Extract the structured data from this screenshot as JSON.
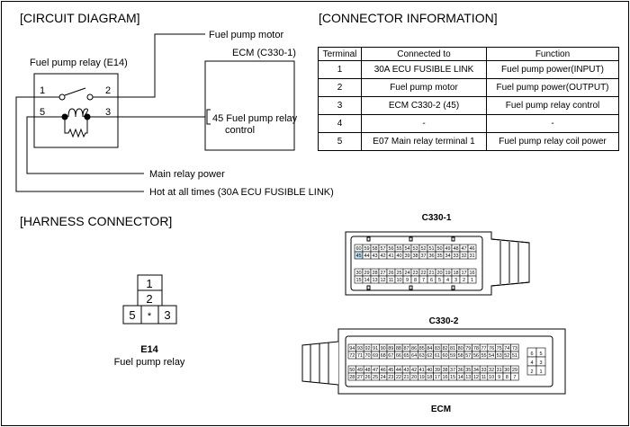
{
  "circuit": {
    "heading": "[CIRCUIT DIAGRAM]",
    "relay_label": "Fuel pump relay (E14)",
    "pin1": "1",
    "pin2": "2",
    "pin3": "3",
    "pin5": "5",
    "motor_label": "Fuel pump motor",
    "ecm_label": "ECM (C330-1)",
    "ecm_pin_line1": "45 Fuel pump relay",
    "ecm_pin_line2": "control",
    "main_relay_label": "Main relay power",
    "hot_label": "Hot at all times (30A ECU FUSIBLE LINK)"
  },
  "connector_info": {
    "heading": "[CONNECTOR INFORMATION]",
    "headers": [
      "Terminal",
      "Connected to",
      "Function"
    ],
    "rows": [
      [
        "1",
        "30A ECU FUSIBLE LINK",
        "Fuel pump power(INPUT)"
      ],
      [
        "2",
        "Fuel pump motor",
        "Fuel pump power(OUTPUT)"
      ],
      [
        "3",
        "ECM C330-2 (45)",
        "Fuel pump relay control"
      ],
      [
        "4",
        "-",
        "-"
      ],
      [
        "5",
        "E07 Main relay terminal 1",
        "Fuel pump relay coil power"
      ]
    ]
  },
  "harness": {
    "heading": "[HARNESS CONNECTOR]",
    "e14_pins": {
      "top": "1",
      "mid": "2",
      "left": "5",
      "center": "*",
      "right": "3"
    },
    "e14_code": "E14",
    "e14_name": "Fuel pump relay",
    "c330_1_title": "C330-1",
    "c330_1_rows": [
      [
        "60",
        "59",
        "58",
        "57",
        "56",
        "55",
        "54",
        "53",
        "52",
        "51",
        "50",
        "49",
        "48",
        "47",
        "46"
      ],
      [
        "45",
        "44",
        "43",
        "42",
        "41",
        "40",
        "39",
        "38",
        "37",
        "36",
        "35",
        "34",
        "33",
        "32",
        "31"
      ],
      [
        "30",
        "29",
        "28",
        "27",
        "26",
        "25",
        "24",
        "23",
        "22",
        "21",
        "20",
        "19",
        "18",
        "17",
        "16"
      ],
      [
        "15",
        "14",
        "13",
        "12",
        "11",
        "10",
        "9",
        "8",
        "7",
        "6",
        "5",
        "4",
        "3",
        "2",
        "1"
      ]
    ],
    "c330_2_title": "C330-2",
    "c330_2_rows": [
      [
        "94",
        "93",
        "92",
        "91",
        "90",
        "89",
        "88",
        "87",
        "86",
        "85",
        "84",
        "83",
        "82",
        "81",
        "80",
        "79",
        "78",
        "77",
        "76",
        "75",
        "74",
        "73"
      ],
      [
        "72",
        "71",
        "70",
        "69",
        "68",
        "67",
        "66",
        "65",
        "64",
        "63",
        "62",
        "61",
        "60",
        "59",
        "58",
        "57",
        "56",
        "55",
        "54",
        "53",
        "52",
        "51"
      ],
      [
        "50",
        "49",
        "48",
        "47",
        "46",
        "45",
        "44",
        "43",
        "42",
        "41",
        "40",
        "39",
        "38",
        "37",
        "36",
        "35",
        "34",
        "33",
        "32",
        "31",
        "30",
        "29"
      ],
      [
        "28",
        "27",
        "26",
        "25",
        "24",
        "23",
        "22",
        "21",
        "20",
        "19",
        "18",
        "17",
        "16",
        "15",
        "14",
        "13",
        "12",
        "11",
        "10",
        "9",
        "8",
        "7"
      ]
    ],
    "c330_2_side": [
      [
        "6",
        "5"
      ],
      [
        "4",
        "3"
      ],
      [
        "2",
        "1"
      ]
    ],
    "ecm_label": "ECM"
  },
  "colors": {
    "highlight": "#bfe0f0",
    "line": "#000000"
  }
}
